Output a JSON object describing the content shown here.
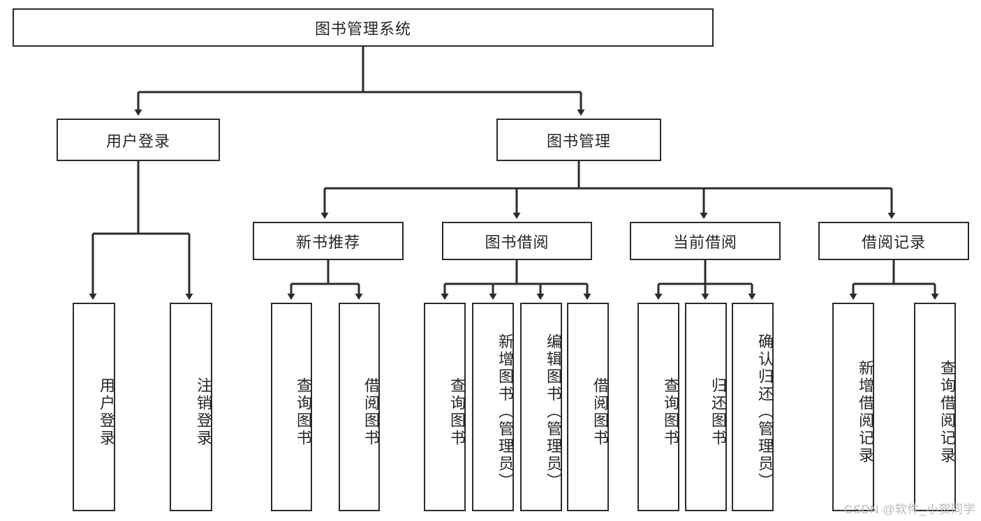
{
  "diagram": {
    "title": "图书管理系统",
    "watermark": "CSDN @软件_小贺同学",
    "colors": {
      "box_border": "#2b2b2b",
      "box_fill": "#ffffff",
      "connector": "#2b2b2b",
      "text": "#262626",
      "watermark": "#b9b9b9",
      "background": "#ffffff"
    },
    "levels": {
      "root": {
        "label": "图书管理系统"
      },
      "level2": [
        {
          "label": "用户登录"
        },
        {
          "label": "图书管理"
        }
      ],
      "level3": [
        {
          "label": "新书推荐"
        },
        {
          "label": "图书借阅"
        },
        {
          "label": "当前借阅"
        },
        {
          "label": "借阅记录"
        }
      ],
      "leaves": {
        "user_login": [
          {
            "label": "用户登录"
          },
          {
            "label": "注销登录"
          }
        ],
        "new_book_recommend": [
          {
            "label": "查询图书"
          },
          {
            "label": "借阅图书"
          }
        ],
        "book_borrow": [
          {
            "label": "查询图书"
          },
          {
            "label": "新增图书（管理员）"
          },
          {
            "label": "编辑图书（管理员）"
          },
          {
            "label": "借阅图书"
          }
        ],
        "current_borrow": [
          {
            "label": "查询图书"
          },
          {
            "label": "归还图书"
          },
          {
            "label": "确认归还（管理员）"
          }
        ],
        "borrow_record": [
          {
            "label": "新增借阅记录"
          },
          {
            "label": "查询借阅记录"
          }
        ]
      }
    }
  }
}
